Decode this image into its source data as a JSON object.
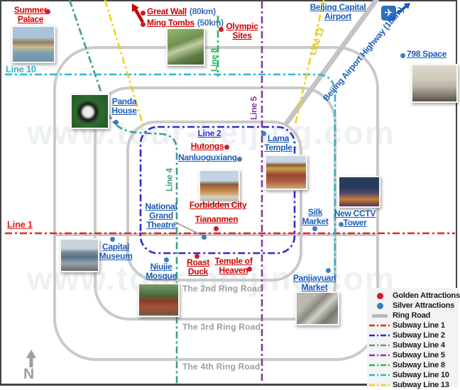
{
  "watermark": "www.tour-beijing.com",
  "compass": {
    "label": "N"
  },
  "airport": {
    "name": "Beijing Capital Airport",
    "highway_label": "Beijing Airport Highway (18km)"
  },
  "far_attractions": {
    "great_wall": {
      "label": "Great Wall",
      "distance": "(80km)"
    },
    "ming_tombs": {
      "label": "Ming Tombs",
      "distance": "(50km)"
    }
  },
  "attractions": {
    "summer_palace": "Summer Palace",
    "olympic_sites": "Olympic Sites",
    "space_798": "798 Space",
    "panda_house": "Panda House",
    "hutongs": "Hutongs",
    "nanluoguxiang": "Nanluoguxiang",
    "lama_temple": "Lama Temple",
    "forbidden_city": "Forbidden City",
    "tiananmen": "Tiananmen",
    "national_grand_theatre": "National Grand Theatre",
    "capital_museum": "Capital Museum",
    "roast_duck": "Roast Duck",
    "temple_of_heaven": "Temple of Heaven",
    "niujie_mosque": "Niujie Mosque",
    "silk_market": "Silk Market",
    "new_cctv_tower": "New CCTV Tower",
    "panjiayuan_market": "Panjiayuan Market"
  },
  "line_labels": {
    "line1": "Line 1",
    "line2": "Line 2",
    "line4": "Line 4",
    "line5": "Line 5",
    "line8": "Line 8",
    "line10": "Line 10",
    "line13": "Line 13"
  },
  "ring_labels": {
    "second": "The 2nd Ring Road",
    "third": "The 3rd Ring Road",
    "fourth": "The 4th Ring Road"
  },
  "legend": {
    "items": [
      {
        "label": "Golden Attractions",
        "color": "#d11a2a",
        "type": "dot"
      },
      {
        "label": "Silver Attractions",
        "color": "#3b7cc4",
        "type": "dot"
      },
      {
        "label": "Ring Road",
        "color": "#b9b9b9",
        "type": "road"
      },
      {
        "label": "Subway Line 1",
        "color": "#e02828",
        "type": "dash"
      },
      {
        "label": "Subway Line 2",
        "color": "#2d2dd0",
        "type": "dash"
      },
      {
        "label": "Subway Line 4",
        "color": "#5a9e8a",
        "type": "dash"
      },
      {
        "label": "Subway Line 5",
        "color": "#8b34a8",
        "type": "dash"
      },
      {
        "label": "Subway Line 8",
        "color": "#2eb564",
        "type": "dash"
      },
      {
        "label": "Subway Line 10",
        "color": "#2fb6cf",
        "type": "dash"
      },
      {
        "label": "Subway Line 13",
        "color": "#e8d61e",
        "type": "dash"
      }
    ]
  },
  "colors": {
    "golden_attraction": "#d11a2a",
    "silver_attraction": "#3b7cc4",
    "red_label": "#cc0000",
    "blue_label": "#1a5cb8",
    "ring_road": "#cacaca",
    "ring_label": "#9e9e9e"
  }
}
